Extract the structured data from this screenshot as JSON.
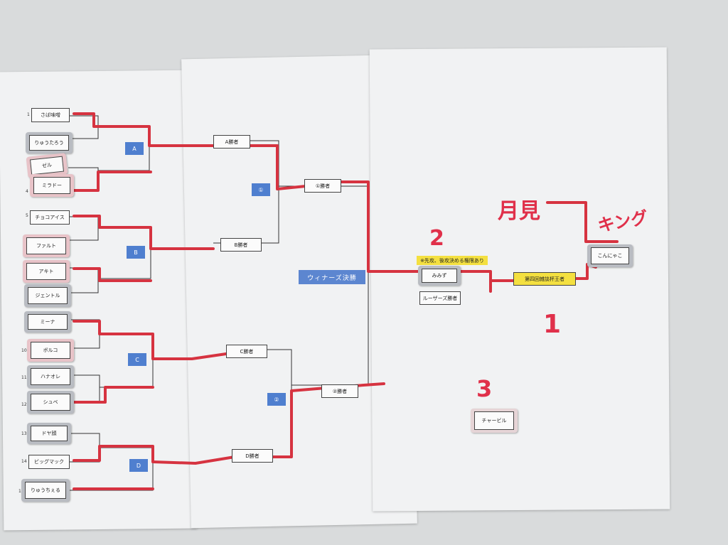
{
  "players": [
    {
      "seed": "1",
      "name": "さば味噌"
    },
    {
      "seed": "",
      "name": "りゅうたろう"
    },
    {
      "seed": "",
      "name": "ゼル"
    },
    {
      "seed": "4",
      "name": "ミラドー"
    },
    {
      "seed": "5",
      "name": "チョコアイス"
    },
    {
      "seed": "",
      "name": "ファルト"
    },
    {
      "seed": "",
      "name": "アキト"
    },
    {
      "seed": "",
      "name": "ジェントル"
    },
    {
      "seed": "",
      "name": "ミーナ"
    },
    {
      "seed": "10",
      "name": "ボルコ"
    },
    {
      "seed": "11",
      "name": "ハナオレ"
    },
    {
      "seed": "12",
      "name": "シュベ"
    },
    {
      "seed": "13",
      "name": "ドヤ顔"
    },
    {
      "seed": "14",
      "name": "ビッグマック"
    },
    {
      "seed": "1",
      "name": "りゅうちぇる"
    }
  ],
  "blocks": {
    "a": "A",
    "b": "B",
    "c": "C",
    "d": "D",
    "one": "①",
    "two": "②"
  },
  "rounds": {
    "a_winner": "A勝者",
    "b_winner": "B勝者",
    "c_winner": "C勝者",
    "d_winner": "D勝者",
    "one_winner": "①勝者",
    "two_winner": "②勝者"
  },
  "winners_final": "ウィナーズ決勝",
  "final": {
    "note": "※先攻、後攻決める権限あり",
    "top_name": "みみず",
    "losers_winner": "ルーザーズ勝者",
    "champion_title": "第四回雑談杯王者",
    "champion_name": "こんにゃこ",
    "third_name": "チャービル"
  },
  "handwriting": {
    "tsukimi": "月見",
    "king": "キング",
    "num1": "1",
    "num2": "2",
    "num3": "3"
  }
}
